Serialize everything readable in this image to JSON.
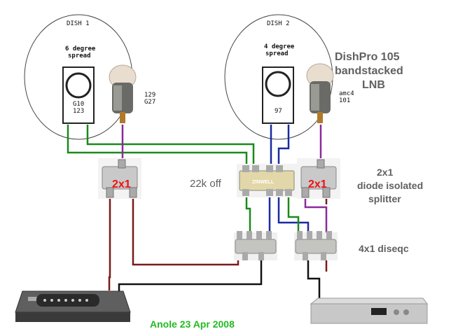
{
  "dish1": {
    "title": "DISH 1",
    "spread_line1": "6 degree",
    "spread_line2": "spread",
    "lnb_line1": "G10",
    "lnb_line2": "123",
    "side_line1": "129",
    "side_line2": "G27"
  },
  "dish2": {
    "title": "DISH 2",
    "spread_line1": "4 degree",
    "spread_line2": "spread",
    "lnb_line1": "97",
    "side_line1": "amc4",
    "side_line2": "101"
  },
  "dishpro": {
    "line1": "DishPro 105",
    "line2": "bandstacked",
    "line3": "LNB"
  },
  "splitter_left_label": "2x1",
  "splitter_right_label": "2x1",
  "switch_label": "22k off",
  "switch_brand": "ZINWELL",
  "splitter_desc": {
    "line1": "2x1",
    "line2": "diode isolated",
    "line3": "splitter"
  },
  "diseqc_label": "4x1 diseqc",
  "footer": "Anole 23 Apr 2008",
  "colors": {
    "green_wire": "#1a8a1a",
    "purple_wire": "#8a2a9a",
    "blue_wire": "#1a2aa0",
    "red_wire": "#7a1a1a",
    "black_wire": "#111111",
    "label_red": "#ee1111",
    "label_gray": "#606060",
    "footer_green": "#22bb22"
  }
}
